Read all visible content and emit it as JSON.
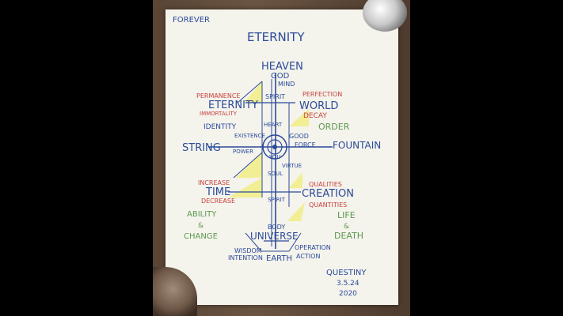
{
  "chart_labels": {
    "corner_top": "FOREVER",
    "title": "ETERNITY",
    "heaven": "HEAVEN",
    "god": "GOD",
    "mind": "MIND",
    "spirit": "SPIRIT",
    "permanence": "PERMANENCE",
    "eternity": "ETERNITY",
    "immortality": "IMMORTALITY",
    "perfection": "PERFECTION",
    "world": "WORLD",
    "decay": "DECAY",
    "identity": "IDENTITY",
    "heart": "HEART",
    "order": "ORDER",
    "existence": "EXISTENCE",
    "good": "GOOD",
    "string": "STRING",
    "power": "POWER",
    "force": "FORCE",
    "fountain": "FOUNTAIN",
    "center": "YOU",
    "virtue": "VIRTUE",
    "soul": "SOUL",
    "increase": "INCREASE",
    "time": "TIME",
    "decrease": "DECREASE",
    "qualities_top": "QUALITIES",
    "creation": "CREATION",
    "quantities": "QUANTITIES",
    "spirit_low": "SPIRIT",
    "ability": "ABILITY",
    "and1": "&",
    "change": "CHANGE",
    "life": "LIFE",
    "and2": "&",
    "death": "DEATH",
    "body": "BODY",
    "universe": "UNIVERSE",
    "wisdom": "WISDOM",
    "operation": "OPERATION",
    "intention": "INTENTION",
    "earth": "EARTH",
    "action": "ACTION",
    "signature": "QUESTINY",
    "date1": "3.5.24",
    "date2": "2020"
  },
  "colors": {
    "blue": "#2b4a9a",
    "red": "#c8413d",
    "green": "#5c9a4e",
    "yellow": "#f1ec84"
  }
}
